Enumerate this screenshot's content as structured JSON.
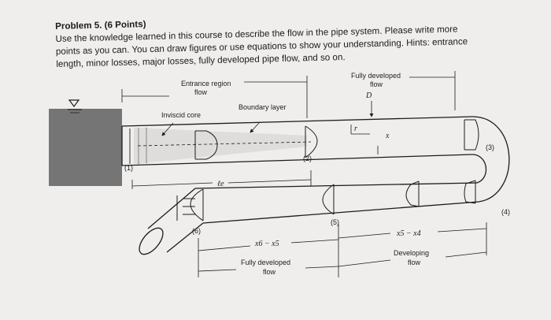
{
  "problem": {
    "title": "Problem 5. (6 Points)",
    "line1": "Use the knowledge learned in this course to describe the flow in the pipe system. Please write more",
    "line2": "points as you can. You can draw figures or use equations to show your understanding. Hints: entrance",
    "line3": "length, minor losses, major losses, fully developed pipe flow, and so on."
  },
  "figure": {
    "entrance_region_1": "Entrance region",
    "entrance_region_2": "flow",
    "fully_developed_top_1": "Fully developed",
    "fully_developed_top_2": "flow",
    "inviscid_core": "Inviscid core",
    "boundary_layer": "Boundary layer",
    "diameter": "D",
    "radius": "r",
    "axial": "x",
    "entrance_length": "ℓe",
    "x6_x5": "x6 − x5",
    "x5_x4": "x5 − x4",
    "fully_developed_bottom_1": "Fully developed",
    "fully_developed_bottom_2": "flow",
    "developing_1": "Developing",
    "developing_2": "flow",
    "point_1": "(1)",
    "point_2": "(2)",
    "point_3": "(3)",
    "point_4": "(4)",
    "point_5": "(5)",
    "point_6": "(6)"
  },
  "colors": {
    "water": "#757575",
    "ink": "#1c1c1c"
  }
}
